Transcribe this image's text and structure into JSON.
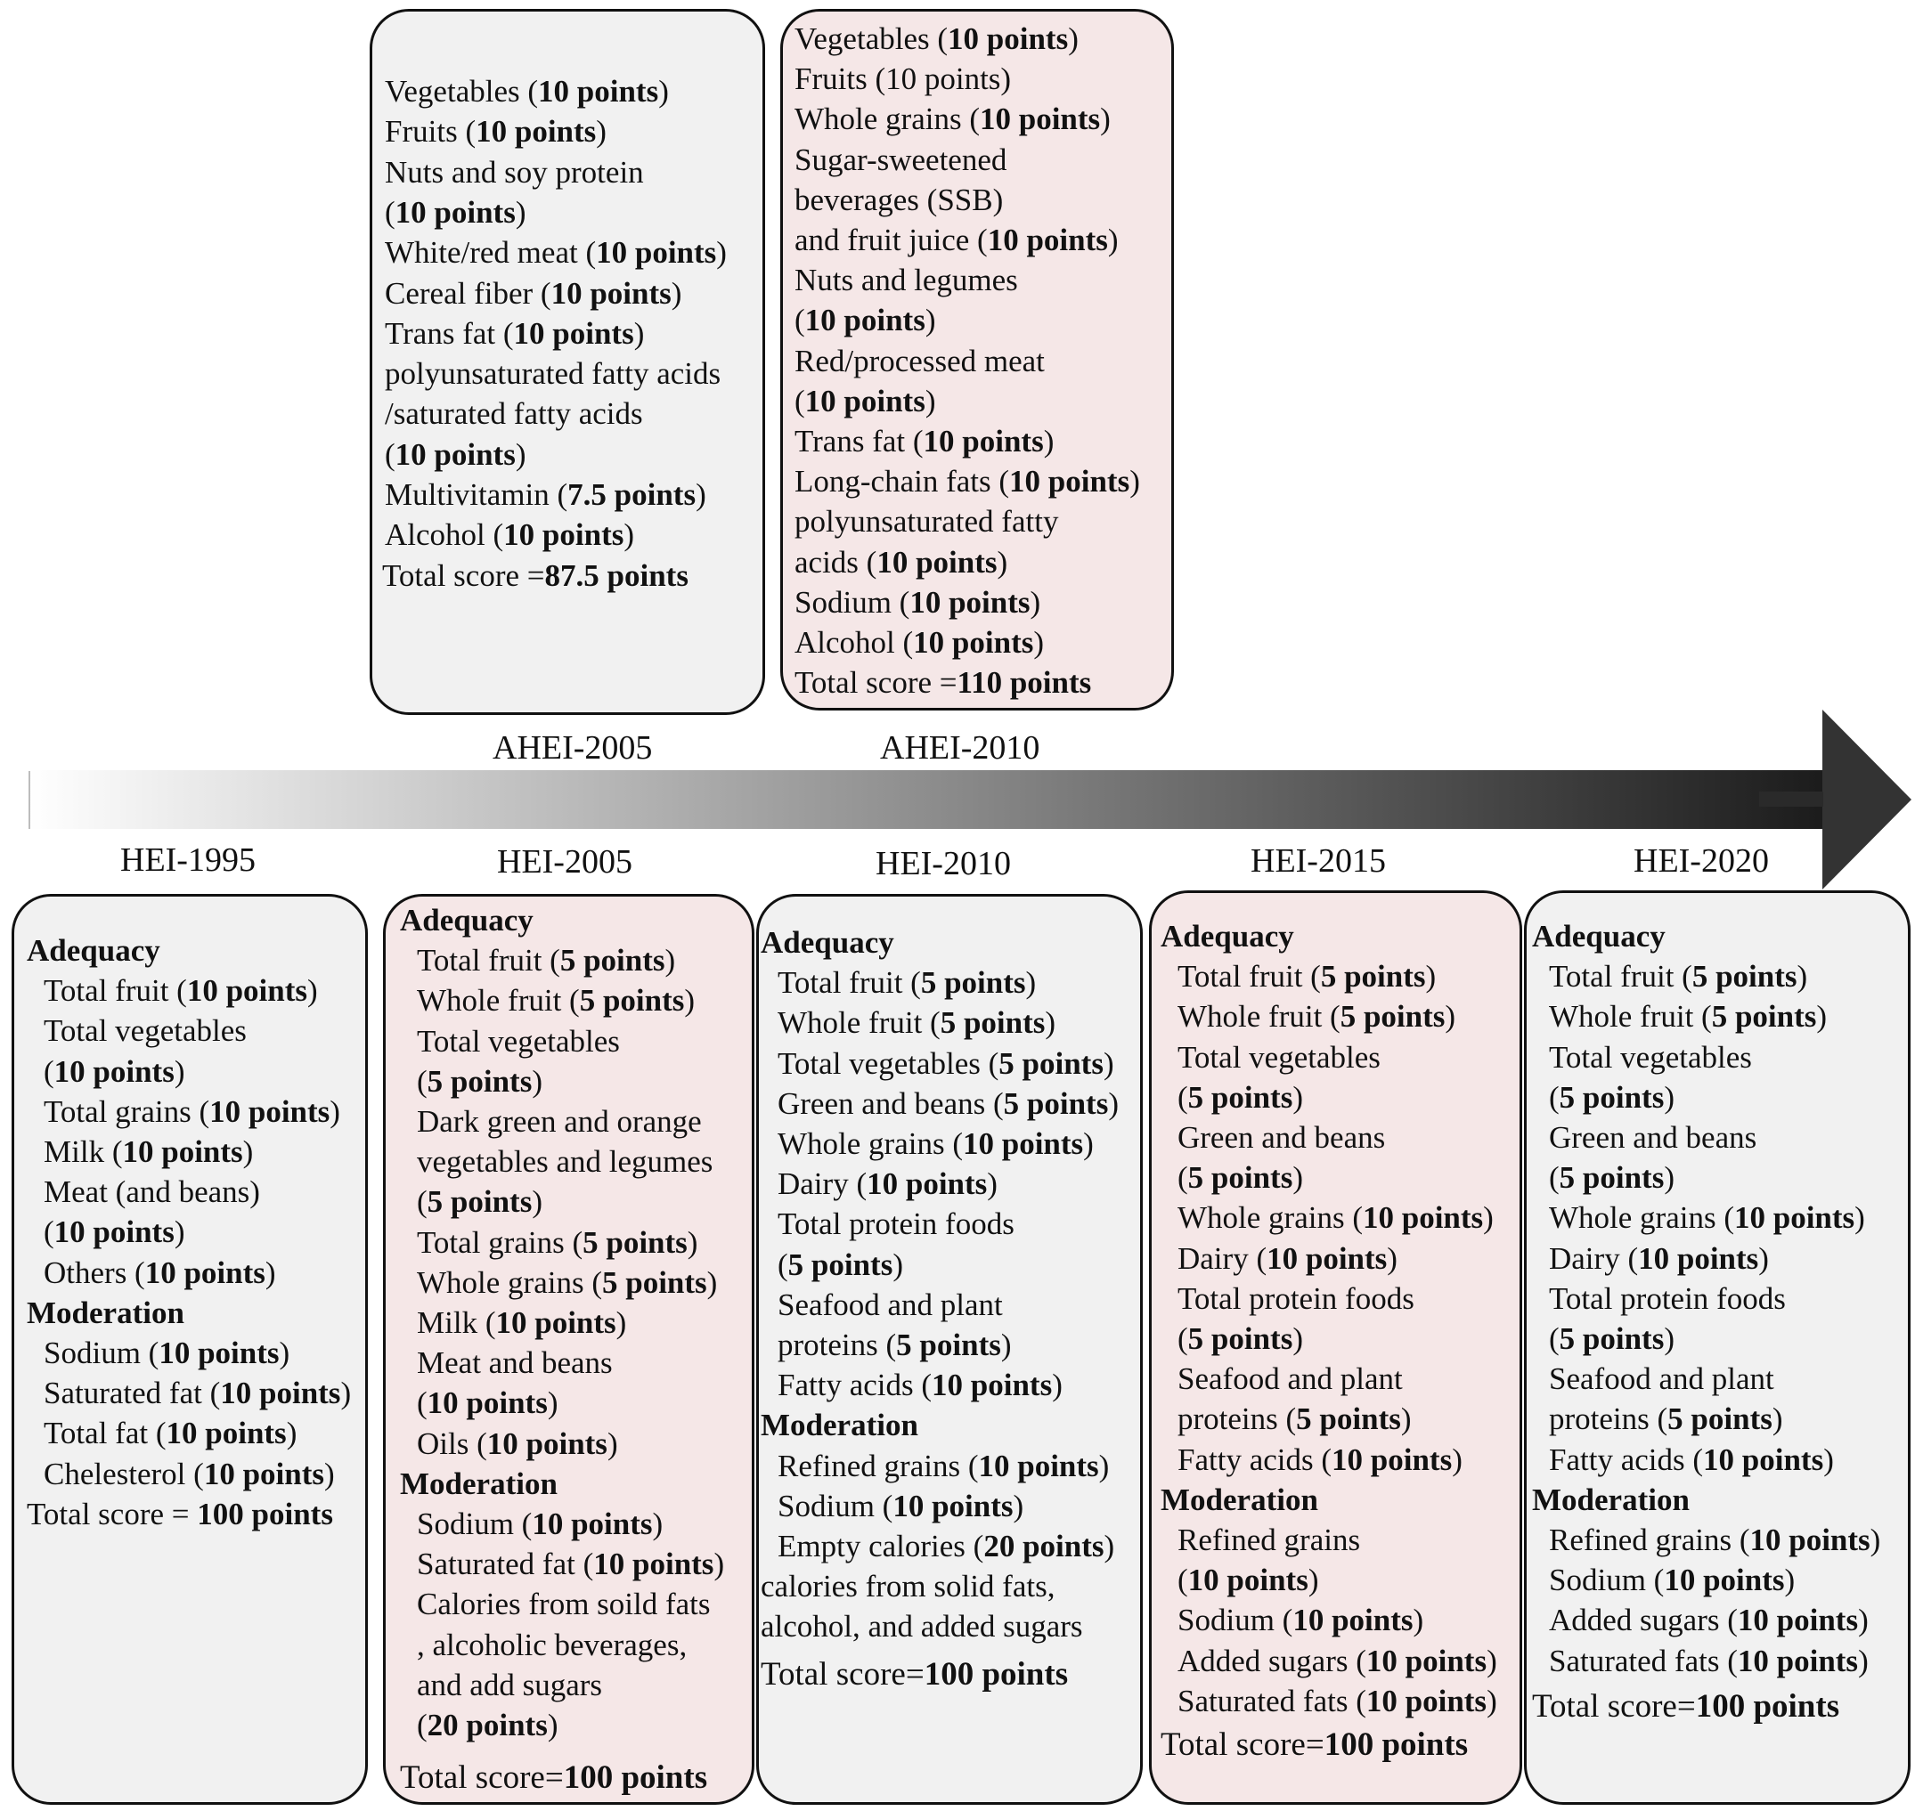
{
  "arrow": {
    "gradient_start": "#ffffff",
    "gradient_end": "#1b1b1b",
    "head_color": "#333333"
  },
  "colors": {
    "gray_box": "#f1f1f1",
    "pink_box": "#f5e7e7",
    "border": "#111111"
  },
  "boxes": [
    {
      "id": "hei-1995",
      "label": "HEI-1995",
      "fill": "gray",
      "lines": [
        {
          "head": "Adequacy"
        },
        {
          "indent": true,
          "pre": "Total fruit (",
          "bold": "10 points",
          "post": ")"
        },
        {
          "indent": true,
          "pre": "Total vegetables"
        },
        {
          "indent": true,
          "pre": "(",
          "bold": "10 points",
          "post": ")"
        },
        {
          "indent": true,
          "pre": "Total grains (",
          "bold": "10 points",
          "post": ")"
        },
        {
          "indent": true,
          "pre": "Milk (",
          "bold": "10 points",
          "post": ")"
        },
        {
          "indent": true,
          "pre": "Meat (and beans)"
        },
        {
          "indent": true,
          "pre": "(",
          "bold": "10 points",
          "post": ")"
        },
        {
          "indent": true,
          "pre": "Others (",
          "bold": "10 points",
          "post": ")"
        },
        {
          "head": "Moderation"
        },
        {
          "indent": true,
          "pre": "Sodium (",
          "bold": "10 points",
          "post": ")"
        },
        {
          "indent": true,
          "pre": "Saturated fat (",
          "bold": "10 points",
          "post": ")"
        },
        {
          "indent": true,
          "pre": "Total fat (",
          "bold": "10 points",
          "post": ")"
        },
        {
          "indent": true,
          "pre": "Chelesterol (",
          "bold": "10 points",
          "post": ")"
        },
        {
          "pre": "Total score = ",
          "bold": "100 points"
        }
      ]
    },
    {
      "id": "hei-2005",
      "label": "HEI-2005",
      "fill": "pink",
      "lines": [
        {
          "head": "Adequacy"
        },
        {
          "indent": true,
          "pre": "Total fruit (",
          "bold": "5 points",
          "post": ")"
        },
        {
          "indent": true,
          "pre": "Whole fruit (",
          "bold": "5 points",
          "post": ")"
        },
        {
          "indent": true,
          "pre": "Total vegetables"
        },
        {
          "indent": true,
          "pre": "(",
          "bold": "5 points",
          "post": ")"
        },
        {
          "indent": true,
          "pre": "Dark green and orange"
        },
        {
          "indent": true,
          "pre": "vegetables and legumes"
        },
        {
          "indent": true,
          "pre": "(",
          "bold": "5 points",
          "post": ")"
        },
        {
          "indent": true,
          "pre": "Total grains (",
          "bold": "5 points",
          "post": ")"
        },
        {
          "indent": true,
          "pre": "Whole grains (",
          "bold": "5 points",
          "post": ")"
        },
        {
          "indent": true,
          "pre": "Milk (",
          "bold": "10 points",
          "post": ")"
        },
        {
          "indent": true,
          "pre": "Meat and beans"
        },
        {
          "indent": true,
          "pre": "(",
          "bold": "10 points",
          "post": ")"
        },
        {
          "indent": true,
          "pre": "Oils (",
          "bold": "10 points",
          "post": ")"
        },
        {
          "head": "Moderation"
        },
        {
          "indent": true,
          "pre": "Sodium (",
          "bold": "10 points",
          "post": ")"
        },
        {
          "indent": true,
          "pre": "Saturated fat (",
          "bold": "10 points",
          "post": ")"
        },
        {
          "indent": true,
          "pre": "Calories from soild fats"
        },
        {
          "indent": true,
          "pre": ", alcoholic beverages,"
        },
        {
          "indent": true,
          "pre": "and add sugars"
        },
        {
          "indent": true,
          "pre": "(",
          "bold": "20 points",
          "post": ")"
        },
        {
          "big": true,
          "pre": "Total score=",
          "bold": "100 points"
        }
      ]
    },
    {
      "id": "hei-2010",
      "label": "HEI-2010",
      "fill": "gray",
      "lines": [
        {
          "head": "Adequacy"
        },
        {
          "indent": true,
          "pre": "Total fruit (",
          "bold": "5 points",
          "post": ")"
        },
        {
          "indent": true,
          "pre": "Whole fruit (",
          "bold": "5 points",
          "post": ")"
        },
        {
          "indent": true,
          "pre": "Total vegetables (",
          "bold": "5 points",
          "post": ")"
        },
        {
          "indent": true,
          "pre": "Green and beans (",
          "bold": "5 points",
          "post": ")"
        },
        {
          "indent": true,
          "pre": "Whole grains (",
          "bold": "10 points",
          "post": ")"
        },
        {
          "indent": true,
          "pre": "Dairy (",
          "bold": "10 points",
          "post": ")"
        },
        {
          "indent": true,
          "pre": "Total protein foods"
        },
        {
          "indent": true,
          "pre": "(",
          "bold": "5 points",
          "post": ")"
        },
        {
          "indent": true,
          "pre": "Seafood and plant"
        },
        {
          "indent": true,
          "pre": "proteins (",
          "bold": "5 points",
          "post": ")"
        },
        {
          "indent": true,
          "pre": "Fatty acids (",
          "bold": "10 points",
          "post": ")"
        },
        {
          "head": "Moderation"
        },
        {
          "indent": true,
          "pre": "Refined grains (",
          "bold": "10 points",
          "post": ")"
        },
        {
          "indent": true,
          "pre": "Sodium (",
          "bold": "10 points",
          "post": ")"
        },
        {
          "indent": true,
          "pre": "Empty calories (",
          "bold": "20 points",
          "post": ")"
        },
        {
          "pre": "calories from solid fats,"
        },
        {
          "pre": "alcohol, and added sugars"
        },
        {
          "big": true,
          "pre": "Total score=",
          "bold": "100 points"
        }
      ]
    },
    {
      "id": "hei-2015",
      "label": "HEI-2015",
      "fill": "pink",
      "lines": [
        {
          "head": "Adequacy"
        },
        {
          "indent": true,
          "pre": "Total fruit (",
          "bold": "5 points",
          "post": ")"
        },
        {
          "indent": true,
          "pre": "Whole fruit (",
          "bold": "5 points",
          "post": ")"
        },
        {
          "indent": true,
          "pre": "Total vegetables"
        },
        {
          "indent": true,
          "pre": "(",
          "bold": "5 points",
          "post": ")"
        },
        {
          "indent": true,
          "pre": "Green and beans"
        },
        {
          "indent": true,
          "pre": "(",
          "bold": "5 points",
          "post": ")"
        },
        {
          "indent": true,
          "pre": "Whole grains (",
          "bold": "10 points",
          "post": ")"
        },
        {
          "indent": true,
          "pre": "Dairy (",
          "bold": "10 points",
          "post": ")"
        },
        {
          "indent": true,
          "pre": "Total protein foods"
        },
        {
          "indent": true,
          "pre": "(",
          "bold": "5 points",
          "post": ")"
        },
        {
          "indent": true,
          "pre": "Seafood and plant"
        },
        {
          "indent": true,
          "pre": "proteins (",
          "bold": "5 points",
          "post": ")"
        },
        {
          "indent": true,
          "pre": "Fatty acids (",
          "bold": "10 points",
          "post": ")"
        },
        {
          "head": "Moderation"
        },
        {
          "indent": true,
          "pre": "Refined grains"
        },
        {
          "indent": true,
          "pre": "(",
          "bold": "10 points",
          "post": ")"
        },
        {
          "indent": true,
          "pre": "Sodium (",
          "bold": "10 points",
          "post": ")"
        },
        {
          "indent": true,
          "pre": "Added sugars (",
          "bold": "10 points",
          "post": ")"
        },
        {
          "indent": true,
          "pre": "Saturated fats (",
          "bold": "10 points",
          "post": ")"
        },
        {
          "big": true,
          "pre": "Total score=",
          "bold": "100 points"
        }
      ]
    },
    {
      "id": "hei-2020",
      "label": "HEI-2020",
      "fill": "gray",
      "lines": [
        {
          "head": "Adequacy"
        },
        {
          "indent": true,
          "pre": "Total fruit (",
          "bold": "5 points",
          "post": ")"
        },
        {
          "indent": true,
          "pre": "Whole fruit (",
          "bold": "5 points",
          "post": ")"
        },
        {
          "indent": true,
          "pre": "Total vegetables"
        },
        {
          "indent": true,
          "pre": "(",
          "bold": "5 points",
          "post": ")"
        },
        {
          "indent": true,
          "pre": "Green and beans"
        },
        {
          "indent": true,
          "pre": "(",
          "bold": "5 points",
          "post": ")"
        },
        {
          "indent": true,
          "pre": "Whole grains (",
          "bold": "10 points",
          "post": ")"
        },
        {
          "indent": true,
          "pre": "Dairy (",
          "bold": "10 points",
          "post": ")"
        },
        {
          "indent": true,
          "pre": "Total protein foods"
        },
        {
          "indent": true,
          "pre": "(",
          "bold": "5 points",
          "post": ")"
        },
        {
          "indent": true,
          "pre": "Seafood and plant"
        },
        {
          "indent": true,
          "pre": "proteins (",
          "bold": "5 points",
          "post": ")"
        },
        {
          "indent": true,
          "pre": "Fatty acids (",
          "bold": "10 points",
          "post": ")"
        },
        {
          "head": "Moderation"
        },
        {
          "indent": true,
          "pre": "Refined grains (",
          "bold": "10 points",
          "post": ")"
        },
        {
          "indent": true,
          "pre": "Sodium (",
          "bold": "10 points",
          "post": ")"
        },
        {
          "indent": true,
          "pre": "Added sugars (",
          "bold": "10 points",
          "post": ")"
        },
        {
          "indent": true,
          "pre": "Saturated fats (",
          "bold": "10 points",
          "post": ")"
        },
        {
          "big": true,
          "pre": "Total score=",
          "bold": "100 points"
        }
      ]
    },
    {
      "id": "ahei-2005",
      "label": "AHEI-2005",
      "fill": "gray",
      "lines": [
        {
          "pre": "Vegetables (",
          "bold": "10 points",
          "post": ")"
        },
        {
          "pre": "Fruits (",
          "bold": "10 points",
          "post": ")"
        },
        {
          "pre": "Nuts and soy protein"
        },
        {
          "pre": "(",
          "bold": "10 points",
          "post": ")"
        },
        {
          "pre": "White/red meat (",
          "bold": "10 points",
          "post": ")"
        },
        {
          "pre": "Cereal fiber (",
          "bold": "10 points",
          "post": ")"
        },
        {
          "pre": "Trans fat (",
          "bold": "10 points",
          "post": ")"
        },
        {
          "pre": "polyunsaturated fatty acids"
        },
        {
          "pre": "/saturated fatty acids"
        },
        {
          "pre": "(",
          "bold": "10 points",
          "post": ")"
        },
        {
          "pre": "Multivitamin (",
          "bold": "7.5 points",
          "post": ")"
        },
        {
          "pre": "Alcohol (",
          "bold": "10 points",
          "post": ")"
        },
        {
          "total": true,
          "pre": "Total score =",
          "bold": "87.5 points"
        }
      ]
    },
    {
      "id": "ahei-2010",
      "label": "AHEI-2010",
      "fill": "pink",
      "lines": [
        {
          "pre": "Vegetables (",
          "bold": "10 points",
          "post": ")"
        },
        {
          "pre": "Fruits (10 points)"
        },
        {
          "pre": "Whole grains (",
          "bold": "10 points",
          "post": ")"
        },
        {
          "pre": "Sugar-sweetened"
        },
        {
          "pre": "beverages (SSB)"
        },
        {
          "pre": "and fruit juice (",
          "bold": "10 points",
          "post": ")"
        },
        {
          "pre": "Nuts and legumes"
        },
        {
          "pre": "(",
          "bold": "10 points",
          "post": ")"
        },
        {
          "pre": "Red/processed meat"
        },
        {
          "pre": "(",
          "bold": "10 points",
          "post": ")"
        },
        {
          "pre": "Trans fat (",
          "bold": "10 points",
          "post": ")"
        },
        {
          "pre": "Long-chain fats (",
          "bold": "10 points",
          "post": ")"
        },
        {
          "pre": "polyunsaturated fatty"
        },
        {
          "pre": "acids (",
          "bold": "10 points",
          "post": ")"
        },
        {
          "pre": "Sodium (",
          "bold": "10 points",
          "post": ")"
        },
        {
          "pre": "Alcohol (",
          "bold": "10 points",
          "post": ")"
        },
        {
          "pre": "Total score =",
          "bold": "110 points"
        }
      ]
    }
  ]
}
